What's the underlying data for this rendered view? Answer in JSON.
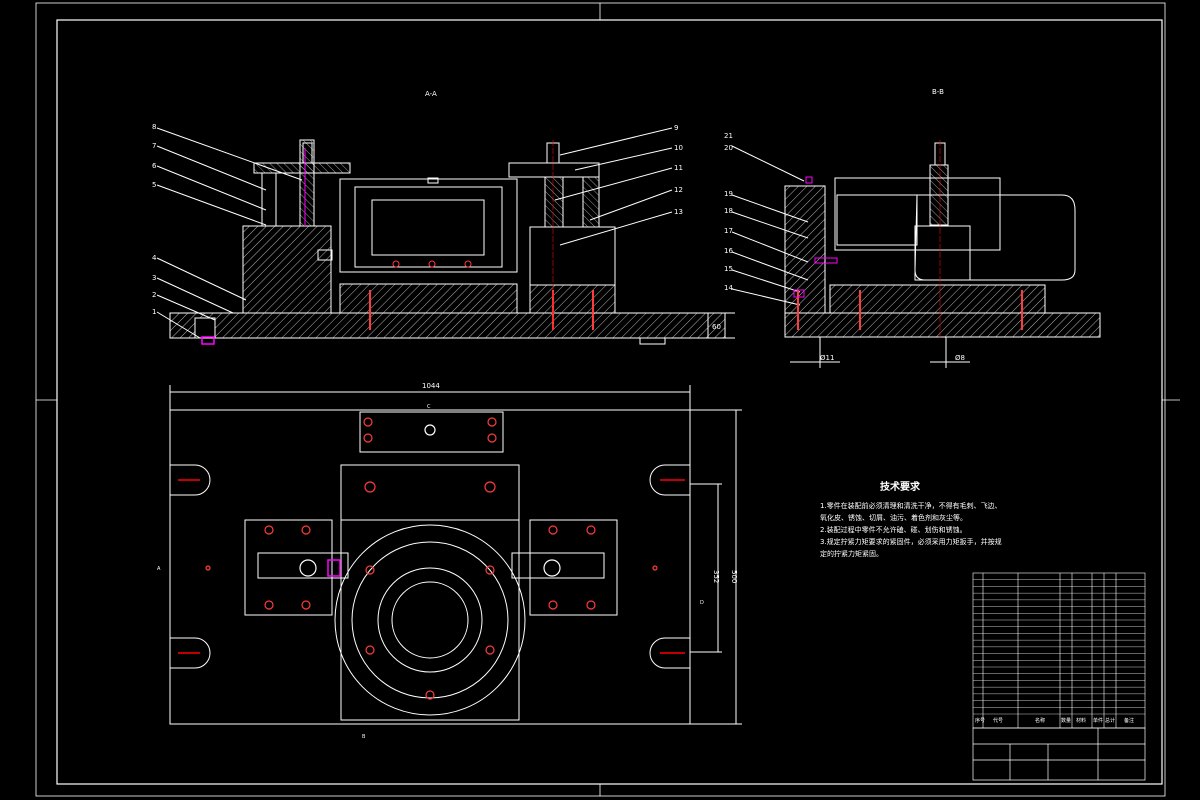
{
  "views": {
    "section_a": "A-A",
    "section_b": "B-B"
  },
  "callouts_left": [
    "8",
    "7",
    "6",
    "5",
    "4",
    "3",
    "2",
    "1"
  ],
  "callouts_right": [
    "9",
    "10",
    "11",
    "12",
    "13"
  ],
  "callouts_b": [
    "21",
    "20",
    "19",
    "18",
    "17",
    "16",
    "15",
    "14"
  ],
  "dimensions": {
    "overall_width": "1044",
    "height_left": "60",
    "plan_height_1": "352",
    "plan_height_2": "500",
    "b_dim_1": "Ø11",
    "b_dim_2": "Ø8",
    "cut_a": "A",
    "cut_b": "B",
    "cut_c": "C",
    "cut_d": "D"
  },
  "tech_requirements": {
    "title": "技术要求",
    "lines": [
      "1.零件在装配前必须清理和清洗干净，不得有毛刺、飞边、",
      "氧化皮、锈蚀、切屑、油污、着色剂和灰尘等。",
      "2.装配过程中零件不允许磕、碰、划伤和锈蚀。",
      "3.规定拧紧力矩要求的紧固件，必须采用力矩扳手，并按规",
      "定的拧紧力矩紧固。"
    ]
  },
  "title_block": {
    "header_cols": [
      "序号",
      "代号",
      "名称",
      "数量",
      "材料",
      "单件",
      "总计",
      "备注"
    ]
  },
  "colors": {
    "background": "#000000",
    "line": "#ffffff",
    "accent": "#ff00ff",
    "center": "#ff0000"
  }
}
